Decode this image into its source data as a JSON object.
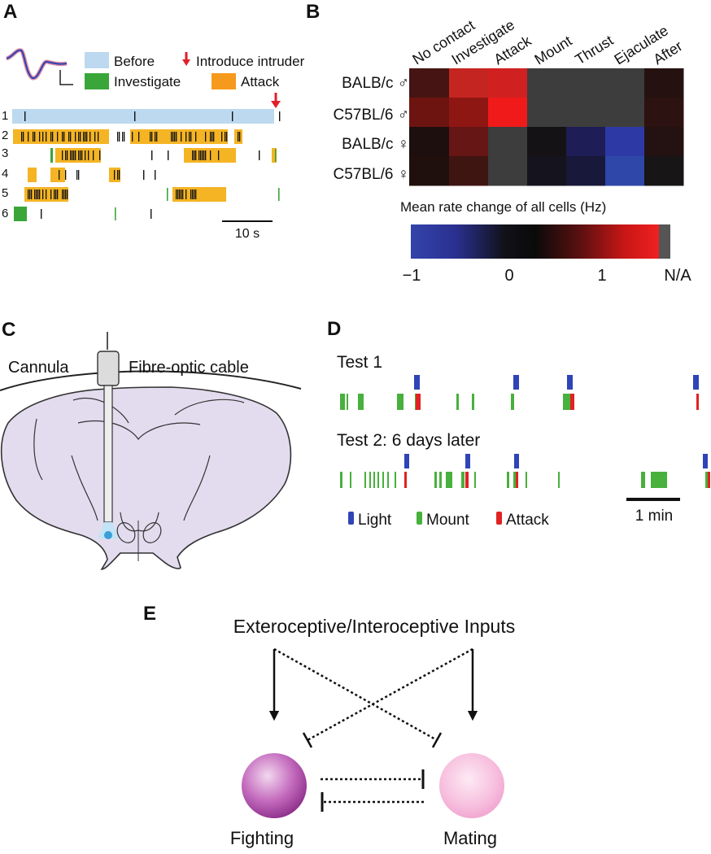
{
  "panels": {
    "A": {
      "label": "A",
      "legend": {
        "before": "Before",
        "intruder": "Introduce intruder",
        "investigate": "Investigate",
        "attack": "Attack"
      },
      "row_labels": [
        "1",
        "2",
        "3",
        "4",
        "5",
        "6"
      ],
      "scale_bar": "10 s"
    },
    "B": {
      "label": "B",
      "columns": [
        "No contact",
        "Investigate",
        "Attack",
        "Mount",
        "Thrust",
        "Ejaculate",
        "After"
      ],
      "rows": [
        "BALB/c ♂",
        "C57BL/6 ♂",
        "BALB/c ♀",
        "C57BL/6 ♀"
      ],
      "colorbar_title": "Mean rate change of all cells (Hz)",
      "colorbar_ticks": [
        "−1",
        "0",
        "1",
        "N/A"
      ]
    },
    "C": {
      "label": "C",
      "cannula": "Cannula",
      "cable": "Fibre-optic cable"
    },
    "D": {
      "label": "D",
      "test1": "Test 1",
      "test2": "Test 2: 6 days later",
      "legend": {
        "light": "Light",
        "mount": "Mount",
        "attack": "Attack"
      },
      "scale_bar": "1 min"
    },
    "E": {
      "label": "E",
      "inputs": "Exteroceptive/Interoceptive Inputs",
      "fighting": "Fighting",
      "mating": "Mating"
    }
  },
  "colors": {
    "before": "#bcd9f0",
    "investigate": "#3aa63a",
    "attack": "#f4b424",
    "attack_legend": "#f59a1c",
    "intruder_arrow": "#e0202a",
    "light": "#2f44b6",
    "mount": "#48b03c",
    "attack_d": "#e02222",
    "fighting_sphere": "#9c3b98",
    "mating_sphere": "#f2a4cf"
  }
}
